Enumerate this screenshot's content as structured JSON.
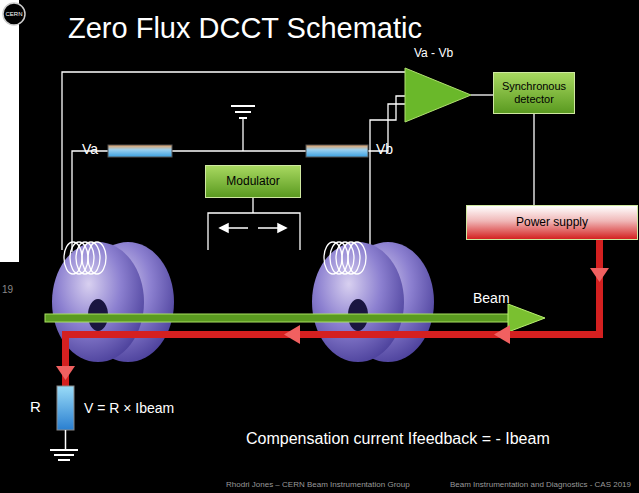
{
  "diagram": {
    "title": "Zero Flux DCCT Schematic",
    "nodes": [
      {
        "text": [
          "Va - Vb"
        ]
      },
      {
        "text": [
          "Synchronous detector"
        ]
      },
      {
        "text": [
          "Modulator"
        ]
      },
      {
        "text": [
          "Power supply"
        ]
      }
    ],
    "edges": [
      {
        "from": 0,
        "to": 1,
        "arrow": "none"
      },
      {
        "from": 1,
        "to": 3,
        "arrow": "none"
      }
    ],
    "labels": [
      "CERN",
      "19",
      "Va",
      "Vb",
      "Beam",
      "R",
      "V = R × Ibeam",
      "Compensation current Ifeedback = - Ibeam",
      "Rhodri Jones – CERN Beam Instrumentation Group",
      "Beam Instrumentation and Diagnostics - CAS 2019"
    ]
  }
}
